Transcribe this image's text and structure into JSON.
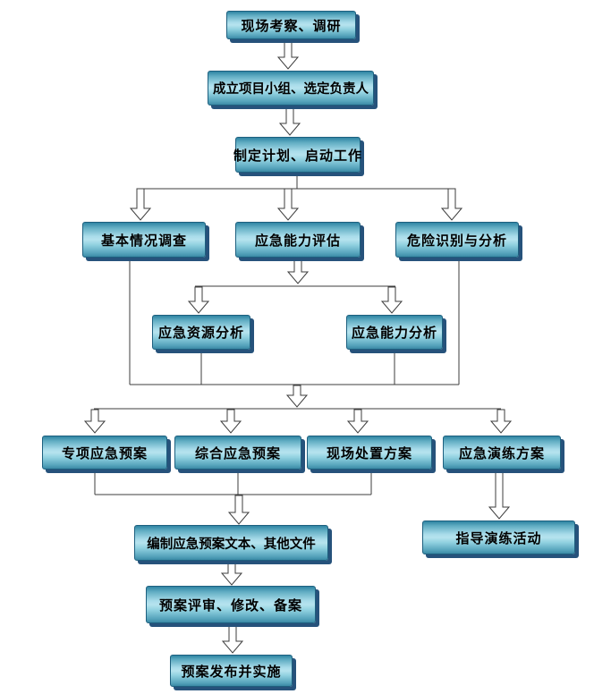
{
  "diagram": {
    "type": "flowchart",
    "nodes": [
      {
        "id": "site-survey",
        "label": "现场考察、调研"
      },
      {
        "id": "form-team",
        "label": "成立项目小组、选定负责人"
      },
      {
        "id": "make-plan",
        "label": "制定计划、启动工作"
      },
      {
        "id": "basic-survey",
        "label": "基本情况调查"
      },
      {
        "id": "capability-assessment",
        "label": "应急能力评估"
      },
      {
        "id": "hazard-identification",
        "label": "危险识别与分析"
      },
      {
        "id": "resource-analysis",
        "label": "应急资源分析"
      },
      {
        "id": "capability-analysis",
        "label": "应急能力分析"
      },
      {
        "id": "special-plan",
        "label": "专项应急预案"
      },
      {
        "id": "comprehensive-plan",
        "label": "综合应急预案"
      },
      {
        "id": "onsite-plan",
        "label": "现场处置方案"
      },
      {
        "id": "drill-plan",
        "label": "应急演练方案"
      },
      {
        "id": "guide-drill",
        "label": "指导演练活动"
      },
      {
        "id": "compile-documents",
        "label": "编制应急预案文本、其他文件"
      },
      {
        "id": "review-revise-file",
        "label": "预案评审、修改、备案"
      },
      {
        "id": "publish-implement",
        "label": "预案发布并实施"
      }
    ],
    "edges": [
      {
        "from": "site-survey",
        "to": "form-team"
      },
      {
        "from": "form-team",
        "to": "make-plan"
      },
      {
        "from": "make-plan",
        "to": "basic-survey"
      },
      {
        "from": "make-plan",
        "to": "capability-assessment"
      },
      {
        "from": "make-plan",
        "to": "hazard-identification"
      },
      {
        "from": "capability-assessment",
        "to": "resource-analysis"
      },
      {
        "from": "capability-assessment",
        "to": "capability-analysis"
      },
      {
        "from": "basic-survey",
        "to": "plans-junction"
      },
      {
        "from": "resource-analysis",
        "to": "plans-junction"
      },
      {
        "from": "capability-analysis",
        "to": "plans-junction"
      },
      {
        "from": "hazard-identification",
        "to": "plans-junction"
      },
      {
        "from": "plans-junction",
        "to": "special-plan"
      },
      {
        "from": "plans-junction",
        "to": "comprehensive-plan"
      },
      {
        "from": "plans-junction",
        "to": "onsite-plan"
      },
      {
        "from": "plans-junction",
        "to": "drill-plan"
      },
      {
        "from": "special-plan",
        "to": "compile-documents"
      },
      {
        "from": "comprehensive-plan",
        "to": "compile-documents"
      },
      {
        "from": "onsite-plan",
        "to": "compile-documents"
      },
      {
        "from": "drill-plan",
        "to": "guide-drill"
      },
      {
        "from": "compile-documents",
        "to": "review-revise-file"
      },
      {
        "from": "review-revise-file",
        "to": "publish-implement"
      }
    ],
    "colors": {
      "background": "#ffffff",
      "box_top": "#2f85a3",
      "box_mid": "#b6e3ee",
      "box_bottom": "#3b8aa6",
      "box_border": "#1e607f",
      "box_shadow": "#26527b",
      "line": "#3d3d3d",
      "arrow_fill": "#ffffff",
      "text": "#000000"
    }
  }
}
